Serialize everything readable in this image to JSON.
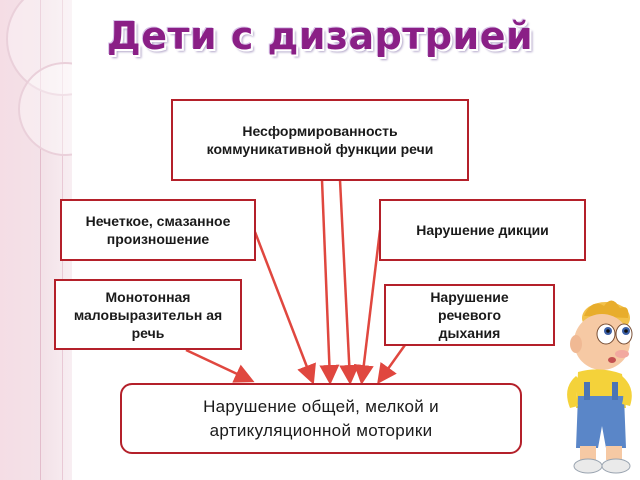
{
  "title": "Дети с дизартрией",
  "boxes": {
    "top": "Несформированность коммуникативной функции речи",
    "left_upper": "Нечеткое, смазанное произношение",
    "left_lower": "Монотонная маловыразительн ая речь",
    "right_upper": "Нарушение дикции",
    "right_lower": "Нарушение речевого дыхания",
    "bottom": "Нарушение общей, мелкой и артикуляционной моторики"
  },
  "colors": {
    "title": "#8a1f86",
    "box_border": "#b4202a",
    "arrow": "#e0473f"
  }
}
